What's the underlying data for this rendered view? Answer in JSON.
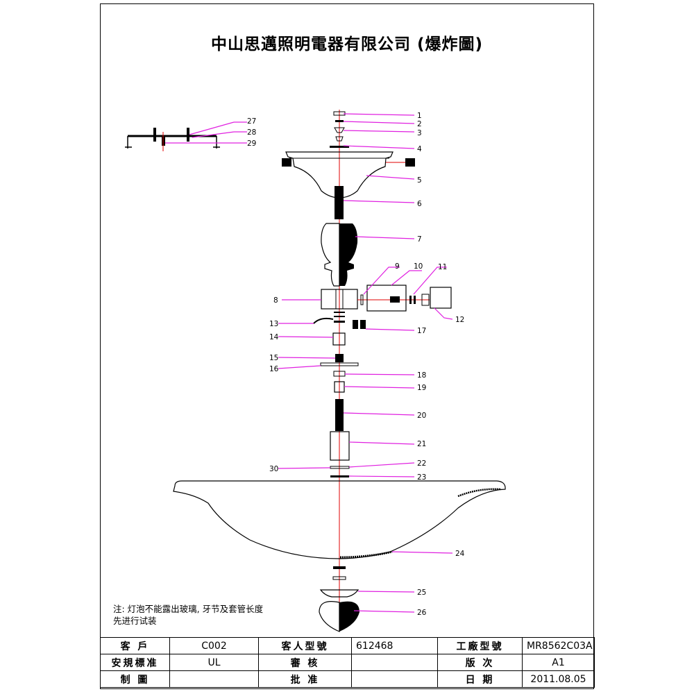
{
  "title": "中山思邁照明電器有限公司 (爆炸圖)",
  "note": {
    "line1": "注: 灯泡不能露出玻璃, 牙节及套管长度",
    "line2": "先进行试装"
  },
  "parts": [
    "1",
    "2",
    "3",
    "4",
    "5",
    "6",
    "7",
    "8",
    "9",
    "10",
    "11",
    "12",
    "13",
    "14",
    "15",
    "16",
    "17",
    "18",
    "19",
    "20",
    "21",
    "22",
    "23",
    "24",
    "25",
    "26",
    "27",
    "28",
    "29",
    "30"
  ],
  "colors": {
    "leader": "#e020e0",
    "axis": "#e00000",
    "line": "#000000"
  },
  "table": {
    "customer_label": "客 戶",
    "customer_value": "C002",
    "customer_model_label": "客人型號",
    "customer_model_value": "612468",
    "factory_model_label": "工廠型號",
    "factory_model_value": "MR8562C03A",
    "safety_label": "安規標准",
    "safety_value": "UL",
    "review_label": "審 核",
    "review_value": "",
    "version_label": "版 次",
    "version_value": "A1",
    "drawn_label": "制 圖",
    "drawn_value": "",
    "approve_label": "批 准",
    "approve_value": "",
    "date_label": "日 期",
    "date_value": "2011.08.05"
  }
}
